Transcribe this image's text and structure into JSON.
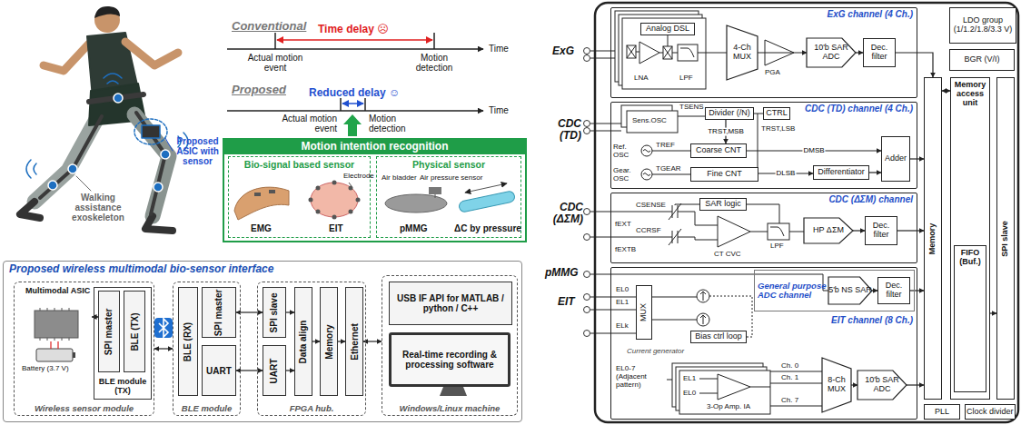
{
  "diagram": {
    "nodes": [
      {
        "text": [
          "Motion intention recognition"
        ]
      },
      {
        "text": [
          "Bio-signal based sensor"
        ],
        "in": 0
      },
      {
        "text": [
          "Physical sensor"
        ],
        "in": 0
      },
      {
        "text": [
          "Proposed wireless multimodal bio-sensor interface"
        ]
      },
      {
        "text": [
          "Wireless sensor module"
        ],
        "in": 3
      },
      {
        "text": [
          "Multimodal ASIC"
        ],
        "in": 4
      },
      {
        "text": [
          "BLE module (TX)"
        ],
        "in": 4
      },
      {
        "text": [
          "SPI master"
        ],
        "in": 6
      },
      {
        "text": [
          "BLE (TX)"
        ],
        "in": 6
      },
      {
        "text": [
          "BLE module"
        ],
        "in": 3
      },
      {
        "text": [
          "BLE (RX)"
        ],
        "in": 9
      },
      {
        "text": [
          "SPI master"
        ],
        "in": 9
      },
      {
        "text": [
          "UART"
        ],
        "in": 9
      },
      {
        "text": [
          "FPGA hub."
        ],
        "in": 3
      },
      {
        "text": [
          "SPI slave"
        ],
        "in": 13
      },
      {
        "text": [
          "UART"
        ],
        "in": 13
      },
      {
        "text": [
          "Data align"
        ],
        "in": 13
      },
      {
        "text": [
          "Memory"
        ],
        "in": 13
      },
      {
        "text": [
          "Ethernet"
        ],
        "in": 13
      },
      {
        "text": [
          "Windows/Linux machine"
        ],
        "in": 3
      },
      {
        "text": [
          "USB IF API for MATLAB / python / C++"
        ],
        "in": 19
      },
      {
        "text": [
          "Real-time recording & processing software"
        ],
        "in": 19
      },
      {
        "text": [
          "ExG channel (4 Ch.)"
        ]
      },
      {
        "text": [
          "Analog DSL"
        ],
        "in": 22
      },
      {
        "text": [
          "4-Ch MUX"
        ],
        "in": 22
      },
      {
        "text": [
          "10'b SAR ADC"
        ],
        "in": 22
      },
      {
        "text": [
          "Dec. filter"
        ],
        "in": 22
      },
      {
        "text": [
          "CDC (TD) channel (4 Ch.)"
        ]
      },
      {
        "text": [
          "Divider (/N)"
        ],
        "in": 27
      },
      {
        "text": [
          "CTRL"
        ],
        "in": 27
      },
      {
        "text": [
          "Coarse CNT"
        ],
        "in": 27
      },
      {
        "text": [
          "Fine CNT"
        ],
        "in": 27
      },
      {
        "text": [
          "Differentiator"
        ],
        "in": 27
      },
      {
        "text": [
          "Adder"
        ],
        "in": 27
      },
      {
        "text": [
          "CDC (ΔΣM) channel"
        ]
      },
      {
        "text": [
          "SAR logic"
        ],
        "in": 34
      },
      {
        "text": [
          "HP ΔΣM"
        ],
        "in": 34
      },
      {
        "text": [
          "Dec. filter"
        ],
        "in": 34
      },
      {
        "text": [
          "EIT channel (8 Ch.)"
        ]
      },
      {
        "text": [
          "General purpose ADC channel"
        ],
        "in": 38
      },
      {
        "text": [
          "5'b NS SAR"
        ],
        "in": 39
      },
      {
        "text": [
          "Dec. filter"
        ],
        "in": 39
      },
      {
        "text": [
          "MUX"
        ],
        "in": 38
      },
      {
        "text": [
          "Bias ctrl loop"
        ],
        "in": 38
      },
      {
        "text": [
          "8-Ch MUX"
        ],
        "in": 38
      },
      {
        "text": [
          "10'b SAR ADC"
        ],
        "in": 38
      },
      {
        "text": [
          "LDO group (1/1.2/1.8/3.3 V)"
        ]
      },
      {
        "text": [
          "BGR (V/I)"
        ]
      },
      {
        "text": [
          "Memory"
        ]
      },
      {
        "text": [
          "Memory access unit"
        ]
      },
      {
        "text": [
          "FIFO (Buf.)"
        ],
        "in": 49
      },
      {
        "text": [
          "SPI slave"
        ]
      },
      {
        "text": [
          "PLL"
        ]
      },
      {
        "text": [
          "Clock divider"
        ]
      }
    ],
    "edges": [
      {
        "from": 5,
        "to": 7,
        "arrow": "both"
      },
      {
        "from": 4,
        "to": 9,
        "arrow": "both"
      },
      {
        "from": 11,
        "to": 14,
        "arrow": "both"
      },
      {
        "from": 12,
        "to": 15,
        "arrow": "both"
      },
      {
        "from": 14,
        "to": 16,
        "arrow": "to"
      },
      {
        "from": 15,
        "to": 16,
        "arrow": "to"
      },
      {
        "from": 16,
        "to": 17,
        "arrow": "to"
      },
      {
        "from": 17,
        "to": 18,
        "arrow": "to"
      },
      {
        "from": 18,
        "to": 19,
        "arrow": "both"
      },
      {
        "from": 24,
        "to": 25,
        "arrow": "to"
      },
      {
        "from": 25,
        "to": 26,
        "arrow": "to"
      },
      {
        "from": 26,
        "to": 48,
        "arrow": "to"
      },
      {
        "from": 28,
        "to": 30,
        "label": "TRST,MSB",
        "arrow": "to"
      },
      {
        "from": 30,
        "to": 33,
        "label": "DMSB",
        "arrow": "to"
      },
      {
        "from": 31,
        "to": 32,
        "label": "DLSB",
        "arrow": "to"
      },
      {
        "from": 32,
        "to": 33,
        "arrow": "to"
      },
      {
        "from": 33,
        "to": 48,
        "arrow": "to"
      },
      {
        "from": 36,
        "to": 37,
        "arrow": "to"
      },
      {
        "from": 37,
        "to": 48,
        "arrow": "to"
      },
      {
        "from": 40,
        "to": 41,
        "arrow": "to"
      },
      {
        "from": 41,
        "to": 48,
        "arrow": "to"
      },
      {
        "from": 44,
        "to": 45,
        "arrow": "to"
      },
      {
        "from": 45,
        "to": 48,
        "arrow": "to"
      },
      {
        "from": 48,
        "to": 49,
        "arrow": "both"
      },
      {
        "from": 50,
        "to": 51,
        "arrow": "to"
      }
    ],
    "labels": [
      "Conventional",
      "Time delay ☹",
      "Time",
      "Actual motion event",
      "Motion detection",
      "Proposed",
      "Reduced delay ☺",
      "Time",
      "Actual motion event",
      "Motion detection",
      "Electrode",
      "EMG",
      "EIT",
      "Air pressure sensor",
      "Air bladder",
      "pMMG",
      "ΔC by pressure",
      "Proposed ASIC with sensor",
      "Walking assistance exoskeleton",
      "Battery (3.7 V)",
      "ExG",
      "CDC (TD)",
      "CDC (ΔΣM)",
      "pMMG",
      "EIT",
      "LNA",
      "LPF",
      "PGA",
      "Sens.OSC",
      "TSENS",
      "TRST,LSB",
      "Ref. OSC",
      "TREF",
      "Gear. OSC",
      "TGEAR",
      "fEXT",
      "CSENSE",
      "CCRSF",
      "fEXTB",
      "CT CVC",
      "LPF",
      "EL0",
      "EL1",
      "ELk",
      "Current generator",
      "EL0-7 (Adjacent pattern)",
      "EL1",
      "EL0",
      "3-Op Amp. IA",
      "Ch. 0",
      "Ch. 1",
      "Ch. 7"
    ]
  }
}
